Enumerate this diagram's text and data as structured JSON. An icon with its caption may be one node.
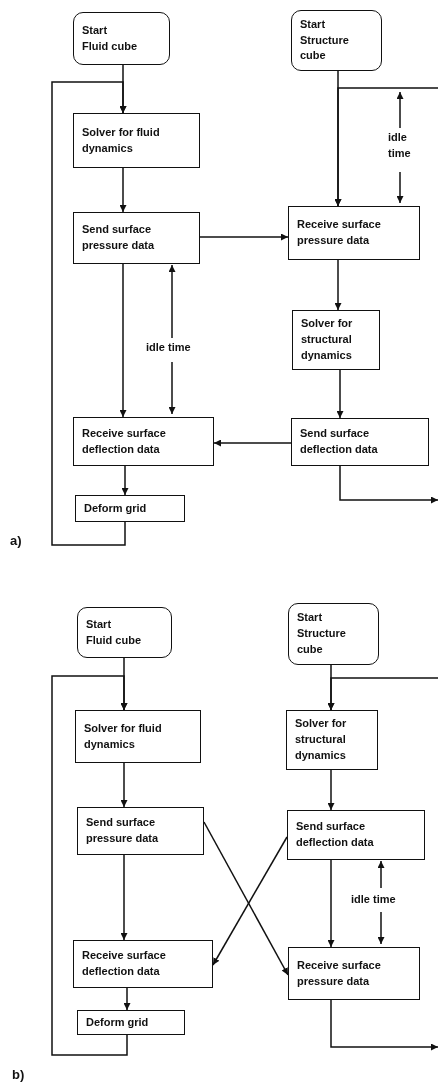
{
  "diagram": {
    "nodes": [
      {
        "text": [
          "Start",
          "Fluid cube"
        ]
      },
      {
        "text": [
          "Solver for fluid dynamics"
        ]
      },
      {
        "text": [
          "Send surface pressure data"
        ]
      },
      {
        "text": [
          "Receive surface deflection data"
        ]
      },
      {
        "text": [
          "Deform grid"
        ]
      },
      {
        "text": [
          "Start",
          "Structure cube"
        ]
      },
      {
        "text": [
          "Receive surface pressure data"
        ]
      },
      {
        "text": [
          "Solver for structural dynamics"
        ]
      },
      {
        "text": [
          "Send surface deflection data"
        ]
      },
      {
        "text": [
          "Start",
          "Fluid cube"
        ]
      },
      {
        "text": [
          "Solver for fluid dynamics"
        ]
      },
      {
        "text": [
          "Send surface pressure data"
        ]
      },
      {
        "text": [
          "Receive surface deflection data"
        ]
      },
      {
        "text": [
          "Deform grid"
        ]
      },
      {
        "text": [
          "Start",
          "Structure cube"
        ]
      },
      {
        "text": [
          "Solver for structural dynamics"
        ]
      },
      {
        "text": [
          "Send surface deflection data"
        ]
      },
      {
        "text": [
          "Receive surface pressure data"
        ]
      }
    ],
    "edges": [
      {
        "from": 0,
        "to": 1,
        "arrow": "to"
      },
      {
        "from": 4,
        "to": 1,
        "arrow": "to"
      },
      {
        "from": 1,
        "to": 2,
        "arrow": "to"
      },
      {
        "from": 2,
        "to": 6,
        "arrow": "to"
      },
      {
        "from": 2,
        "to": 3,
        "arrow": "to"
      },
      {
        "from": 5,
        "to": 6,
        "arrow": "to"
      },
      {
        "from": null,
        "to": 6,
        "arrow": "to"
      },
      {
        "from": 6,
        "to": 7,
        "arrow": "to"
      },
      {
        "from": 7,
        "to": 8,
        "arrow": "to"
      },
      {
        "from": 8,
        "to": 3,
        "arrow": "to"
      },
      {
        "from": 8,
        "to": null,
        "arrow": "to"
      },
      {
        "from": 9,
        "to": 10,
        "arrow": "to"
      },
      {
        "from": 13,
        "to": 10,
        "arrow": "to"
      },
      {
        "from": 10,
        "to": 11,
        "arrow": "to"
      },
      {
        "from": 11,
        "to": 12,
        "arrow": "to"
      },
      {
        "from": 11,
        "to": 17,
        "arrow": "to"
      },
      {
        "from": 16,
        "to": 12,
        "arrow": "to"
      },
      {
        "from": 14,
        "to": 15,
        "arrow": "to"
      },
      {
        "from": null,
        "to": 15,
        "arrow": "to"
      },
      {
        "from": 15,
        "to": 16,
        "arrow": "to"
      },
      {
        "from": 16,
        "to": 17,
        "arrow": "to"
      },
      {
        "from": 17,
        "to": null,
        "arrow": "to"
      },
      {
        "from": 3,
        "to": 4,
        "arrow": "to"
      },
      {
        "from": 12,
        "to": 13,
        "arrow": "to"
      }
    ],
    "labels": [
      "idle time",
      "idle time",
      "a)",
      "idle time",
      "b)"
    ]
  }
}
